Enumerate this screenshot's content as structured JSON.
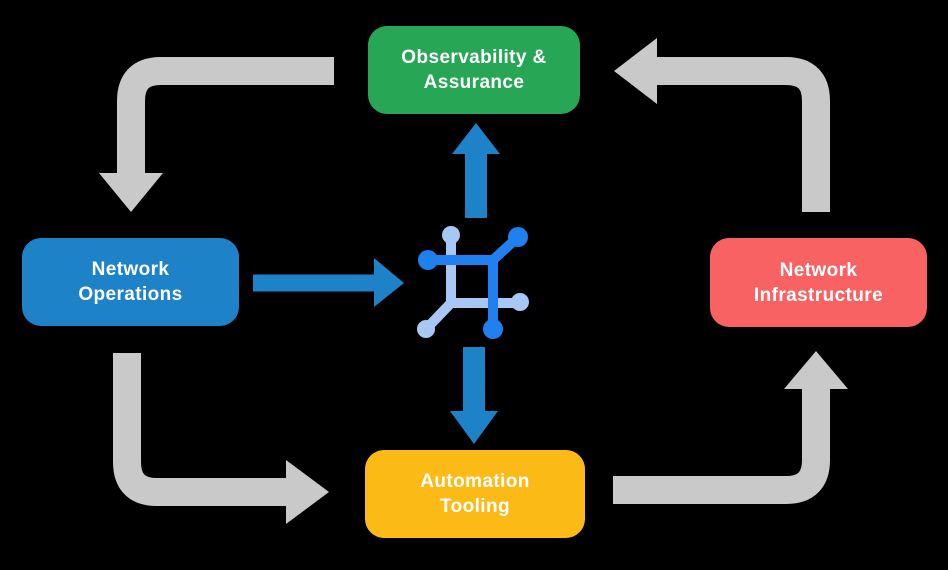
{
  "colors": {
    "background": "#000000",
    "arrow_gray": "#c9c9c9",
    "arrow_blue": "#1e82c8",
    "icon_blue": "#2180f0",
    "icon_blue_light": "#a7c8f5",
    "label_text": "#ffffff"
  },
  "nodes": {
    "observability": {
      "line1": "Observability &",
      "line2": "Assurance",
      "color": "#27a755"
    },
    "operations": {
      "line1": "Network",
      "line2": "Operations",
      "color": "#1e82c8"
    },
    "infrastructure": {
      "line1": "Network",
      "line2": "Infrastructure",
      "color": "#f96262"
    },
    "automation": {
      "line1": "Automation",
      "line2": "Tooling",
      "color": "#fcba16"
    }
  },
  "icon": {
    "name": "network-mesh-icon"
  }
}
